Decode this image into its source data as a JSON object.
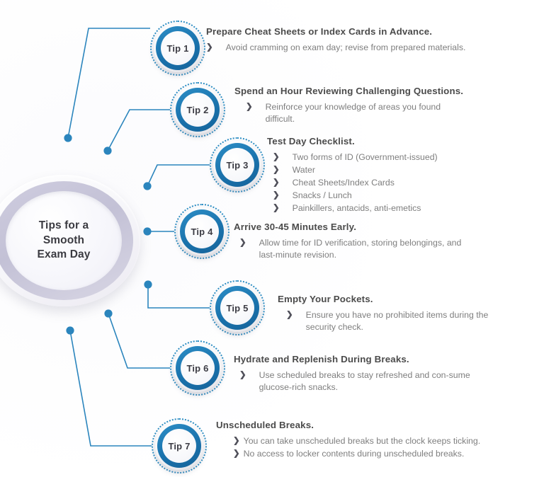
{
  "hub": {
    "line1": "Tips for a",
    "line2": "Smooth",
    "line3": "Exam Day"
  },
  "colors": {
    "badge_blue": "#1a72ac",
    "dot_blue": "#2f8fc4",
    "line_blue": "#2b85bd",
    "title_gray": "#4b4b4b",
    "body_gray": "#7e7e7e",
    "hub_ring": "#c5c3d8"
  },
  "tips": [
    {
      "badge": "Tip 1",
      "title": "Prepare Cheat Sheets or Index Cards in Advance.",
      "items": [
        "Avoid cramming on exam day; revise from prepared materials."
      ]
    },
    {
      "badge": "Tip 2",
      "title": "Spend an Hour Reviewing Challenging Questions.",
      "items": [
        "Reinforce your knowledge of areas you found difficult."
      ]
    },
    {
      "badge": "Tip 3",
      "title": "Test Day Checklist.",
      "items": [
        "Two forms of ID (Government-issued)",
        "Water",
        "Cheat Sheets/Index Cards",
        "Snacks / Lunch",
        "Painkillers, antacids, anti-emetics"
      ]
    },
    {
      "badge": "Tip 4",
      "title": "Arrive 30-45 Minutes Early.",
      "items": [
        "Allow time for ID verification, storing belongings, and last-minute revision."
      ]
    },
    {
      "badge": "Tip 5",
      "title": "Empty Your Pockets.",
      "items": [
        "Ensure you have no prohibited items during the security check."
      ]
    },
    {
      "badge": "Tip 6",
      "title": "Hydrate and Replenish During Breaks.",
      "items": [
        "Use scheduled breaks to stay refreshed and con-sume glucose-rich snacks."
      ]
    },
    {
      "badge": "Tip 7",
      "title": "Unscheduled Breaks.",
      "items": [
        "You can take unscheduled breaks but the clock keeps ticking.",
        "No access to locker contents during unscheduled breaks."
      ]
    }
  ],
  "bullet_glyph": "❯"
}
